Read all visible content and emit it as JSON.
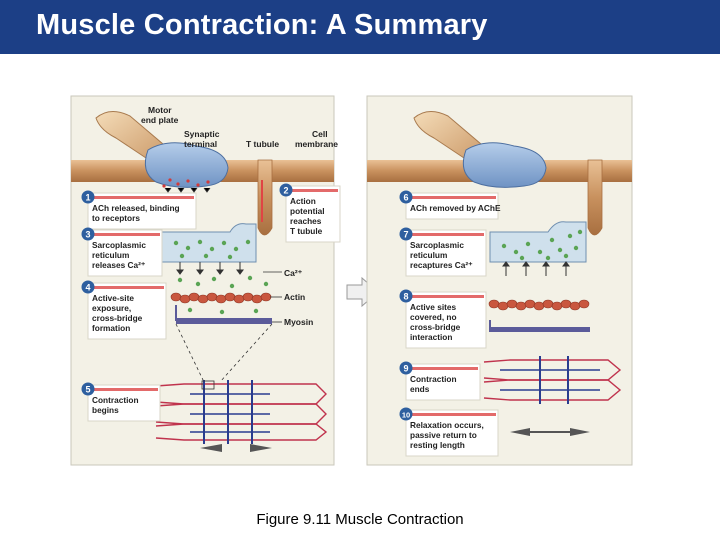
{
  "title": "Muscle Contraction: A Summary",
  "caption": "Figure 9.11  Muscle Contraction",
  "labels": {
    "motor_end_plate_1": "Motor",
    "motor_end_plate_2": "end plate",
    "synaptic_terminal_1": "Synaptic",
    "synaptic_terminal_2": "terminal",
    "t_tubule": "T tubule",
    "cell_membrane_1": "Cell",
    "cell_membrane_2": "membrane",
    "ca": "Ca²⁺",
    "actin": "Actin",
    "myosin": "Myosin"
  },
  "steps": [
    {
      "num": "1",
      "lines": [
        "ACh released, binding",
        "to receptors"
      ]
    },
    {
      "num": "2",
      "lines": [
        "Action",
        "potential",
        "reaches",
        "T tubule"
      ]
    },
    {
      "num": "3",
      "lines": [
        "Sarcoplasmic",
        "reticulum",
        "releases Ca²⁺"
      ]
    },
    {
      "num": "4",
      "lines": [
        "Active-site",
        "exposure,",
        "cross-bridge",
        "formation"
      ]
    },
    {
      "num": "5",
      "lines": [
        "Contraction",
        "begins"
      ]
    },
    {
      "num": "6",
      "lines": [
        "ACh removed by AChE"
      ]
    },
    {
      "num": "7",
      "lines": [
        "Sarcoplasmic",
        "reticulum",
        "recaptures Ca²⁺"
      ]
    },
    {
      "num": "8",
      "lines": [
        "Active sites",
        "covered, no",
        "cross-bridge",
        "interaction"
      ]
    },
    {
      "num": "9",
      "lines": [
        "Contraction",
        "ends"
      ]
    },
    {
      "num": "10",
      "lines": [
        "Relaxation occurs,",
        "passive return to",
        "resting length"
      ]
    }
  ],
  "colors": {
    "title_bar": "#1c3f86",
    "step_badge": "#2e5f9f",
    "step_bar": "#e36a6a",
    "membrane": "#c8915e",
    "synaptic_terminal": "#8fb0d8",
    "ca_ions": "#5aa454",
    "actin": "#c9573f",
    "myosin": "#5b5b9a",
    "sarcomere_red": "#c0334d",
    "sarcomere_blue": "#2a3c8f"
  }
}
